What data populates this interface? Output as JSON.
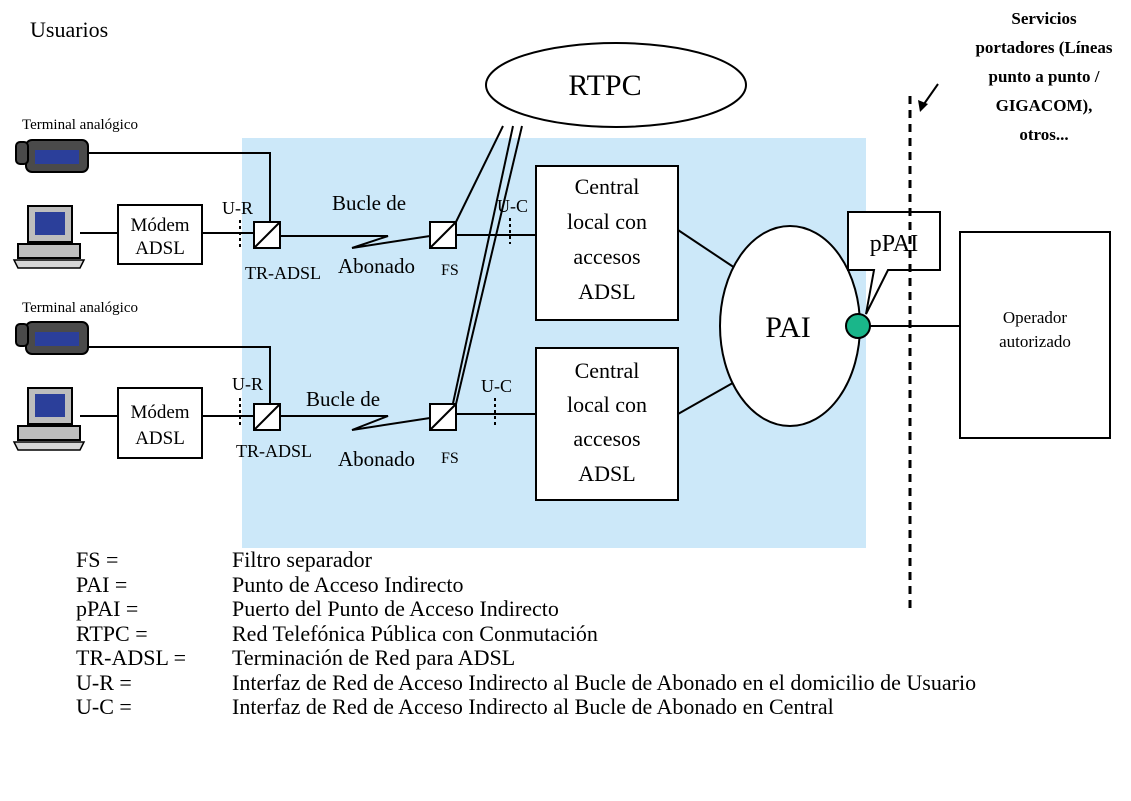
{
  "labels": {
    "usuarios": "Usuarios",
    "rtpc": "RTPC",
    "pai": "PAI",
    "ppai": "pPAI",
    "servicios": [
      "Servicios",
      "portadores (Líneas",
      "punto a punto /",
      "GIGACOM),",
      "otros..."
    ],
    "terminal_1": "Terminal analógico",
    "terminal_2": "Terminal analógico",
    "modem_1": [
      "Módem",
      "ADSL"
    ],
    "modem_2": [
      "Módem",
      "ADSL"
    ],
    "ur_1": "U-R",
    "ur_2": "U-R",
    "uc_1": "U-C",
    "uc_2": "U-C",
    "tr_adsl_1": "TR-ADSL",
    "tr_adsl_2": "TR-ADSL",
    "bucle_1": "Bucle de",
    "abonado_1": "Abonado",
    "bucle_2": "Bucle de",
    "abonado_2": "Abonado",
    "fs_1": "FS",
    "fs_2": "FS",
    "central_1": [
      "Central",
      "local con",
      "accesos",
      "ADSL"
    ],
    "central_2": [
      "Central",
      "local con",
      "accesos",
      "ADSL"
    ],
    "operador": [
      "Operador",
      "autorizado"
    ]
  },
  "legend": [
    {
      "term": "FS =",
      "def": "Filtro separador"
    },
    {
      "term": "PAI =",
      "def": "Punto de  Acceso Indirecto"
    },
    {
      "term": "pPAI =",
      "def": "Puerto del Punto de  Acceso Indirecto"
    },
    {
      "term": "RTPC =",
      "def": "Red Telefónica Pública con Conmutación"
    },
    {
      "term": "TR-ADSL =",
      "def": "Terminación de Red para ADSL"
    },
    {
      "term": "U-R =",
      "def": "Interfaz de Red de Acceso Indirecto al Bucle de Abonado en el domicilio de Usuario"
    },
    {
      "term": "U-C =",
      "def": "Interfaz de Red de Acceso Indirecto al Bucle de Abonado en Central"
    }
  ],
  "colors": {
    "network_area": "#cce8f9",
    "ppai_port": "#1ab68a",
    "phone_body": "#4a4a4a",
    "screen": "#2b3f9a"
  }
}
